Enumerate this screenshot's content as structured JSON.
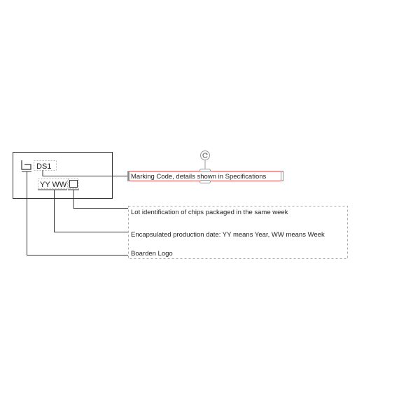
{
  "diagram": {
    "chip_labels": {
      "marking_code": "DS1",
      "date_code": "YY WW",
      "logo_icon": "boarden-logo-glyph",
      "lot_icon": "square-box-icon"
    },
    "callouts": {
      "marking_code": "Marking Code, details shown in Specifications",
      "lot": "Lot identification of chips packaged in the same week",
      "date": "Encapsulated production date: YY means Year, WW means Week",
      "logo": "Boarden Logo"
    },
    "colors": {
      "line": "#222222",
      "selection": "#e05555",
      "dashed": "#aaaaaa"
    }
  }
}
